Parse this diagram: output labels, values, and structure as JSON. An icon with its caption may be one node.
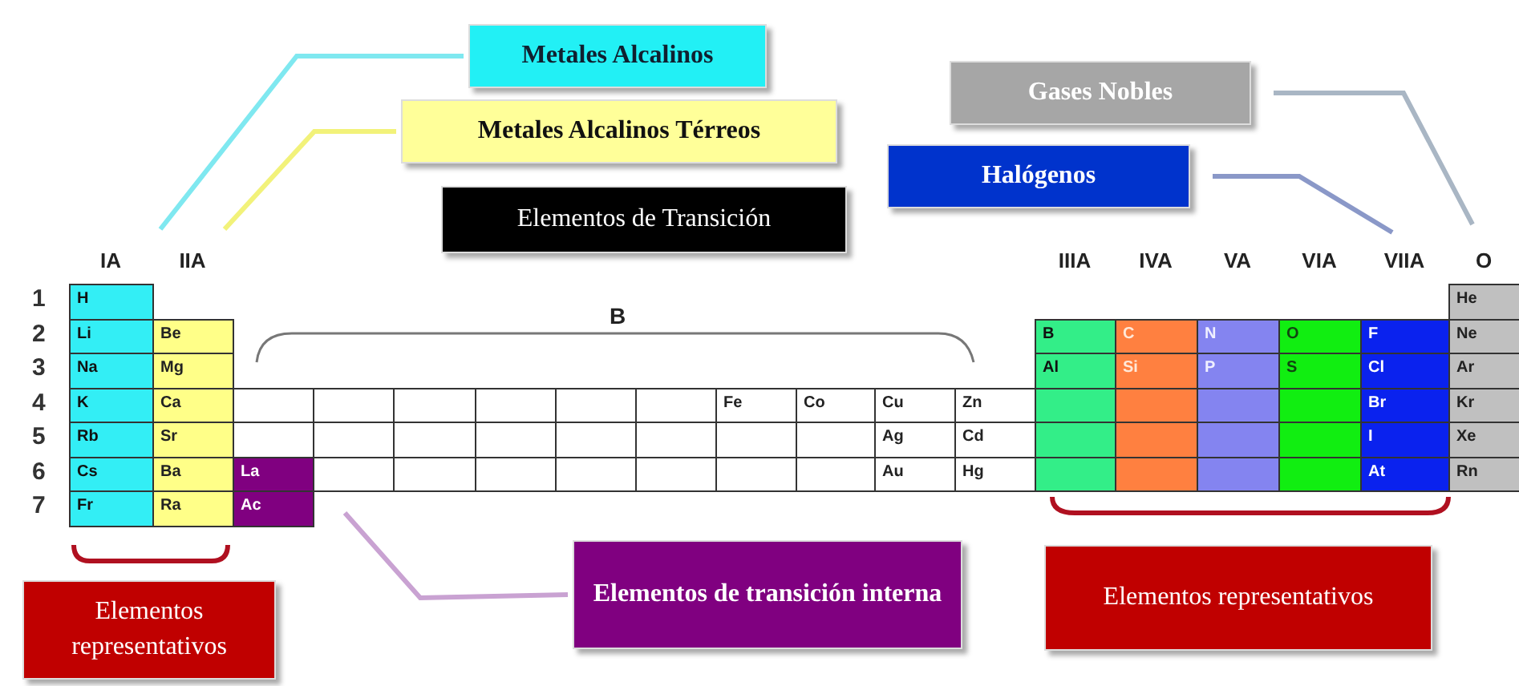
{
  "diagram": {
    "nodes": [
      {
        "text": [
          "Metales Alcalinos"
        ]
      },
      {
        "text": [
          "Gases Nobles"
        ]
      },
      {
        "text": [
          "Metales Alcalinos Térreos"
        ]
      },
      {
        "text": [
          "Halógenos"
        ]
      },
      {
        "text": [
          "Elementos de Transición"
        ]
      },
      {
        "text": [
          "Elementos de transición interna"
        ]
      },
      {
        "text": [
          "Elementos representativos"
        ]
      },
      {
        "text": [
          "Elementos representativos"
        ]
      }
    ],
    "edges": [
      {
        "from": 0,
        "to": null,
        "arrow": "none",
        "color": "#7fe8f0"
      },
      {
        "from": 2,
        "to": null,
        "arrow": "none",
        "color": "#f2f27a"
      },
      {
        "from": 3,
        "to": null,
        "arrow": "none",
        "color": "#8a98c8"
      },
      {
        "from": 1,
        "to": null,
        "arrow": "none",
        "color": "#a9b6c4"
      },
      {
        "from": 5,
        "to": null,
        "arrow": "none",
        "color": "#c9a2d2"
      }
    ],
    "labels": [
      "IA",
      "IIA",
      "IIIA",
      "IVA",
      "VA",
      "VIA",
      "VIIA",
      "O",
      "1",
      "H",
      "He",
      "2",
      "Li",
      "Be",
      "B",
      "C",
      "N",
      "O",
      "F",
      "Ne",
      "3",
      "Na",
      "Mg",
      "Al",
      "Si",
      "P",
      "S",
      "Cl",
      "Ar",
      "B",
      "4",
      "K",
      "Ca",
      "Fe",
      "Co",
      "Cu",
      "Zn",
      "Br",
      "Kr",
      "5",
      "Rb",
      "Sr",
      "Ag",
      "Cd",
      "I",
      "Xe",
      "6",
      "Cs",
      "Ba",
      "La",
      "Au",
      "Hg",
      "At",
      "Rn",
      "7",
      "Fr",
      "Ra",
      "Ac"
    ]
  }
}
